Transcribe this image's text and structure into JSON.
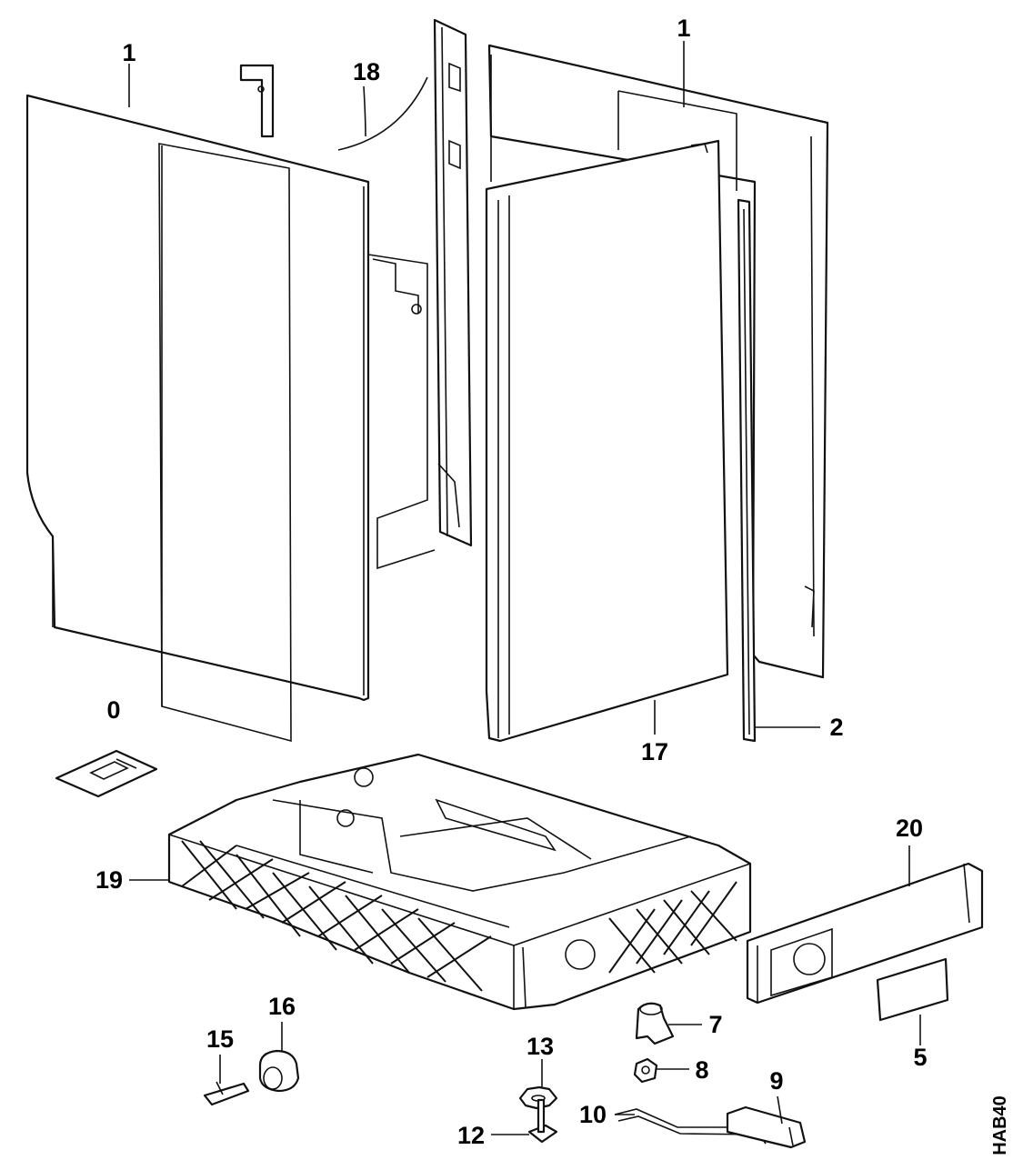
{
  "diagram": {
    "drawing_code": "HAB40",
    "callouts": {
      "side_panel_left": "1",
      "side_panel_right": "1",
      "rear_strip": "18",
      "door_panel": "17",
      "seal_strip": "2",
      "label_card": "0",
      "base_frame": "19",
      "kick_plate": "20",
      "rating_plate": "5",
      "spring_clip": "7",
      "nut": "8",
      "bracket": "9",
      "rod": "10",
      "washer": "13",
      "screw": "12",
      "roller": "16",
      "slider": "15"
    }
  }
}
